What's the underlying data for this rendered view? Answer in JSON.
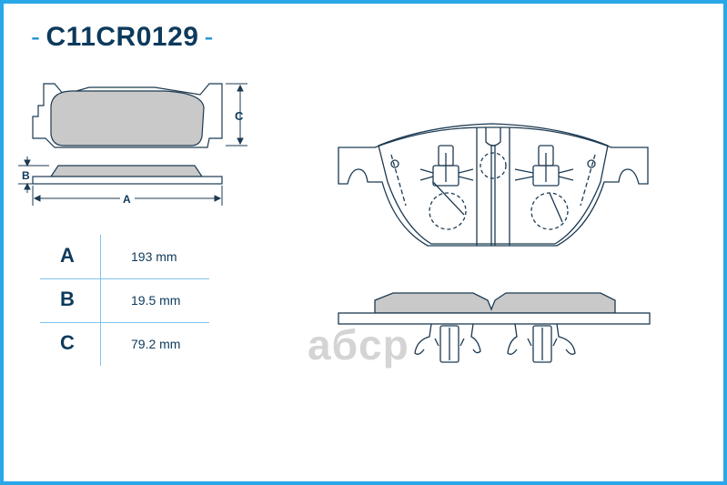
{
  "title": {
    "dash_left": "-",
    "code": "C11CR0129",
    "dash_right": "-"
  },
  "dimensions": {
    "label_a": "A",
    "label_b": "B",
    "label_c": "C"
  },
  "specs": [
    {
      "label": "A",
      "value": "193 mm"
    },
    {
      "label": "B",
      "value": "19.5 mm"
    },
    {
      "label": "C",
      "value": "79.2 mm"
    }
  ],
  "watermark": "aбcp",
  "colors": {
    "frame": "#2aa7e8",
    "text": "#0d3a5c",
    "line": "#1c3a52",
    "pad_fill": "#c9c9c9"
  }
}
